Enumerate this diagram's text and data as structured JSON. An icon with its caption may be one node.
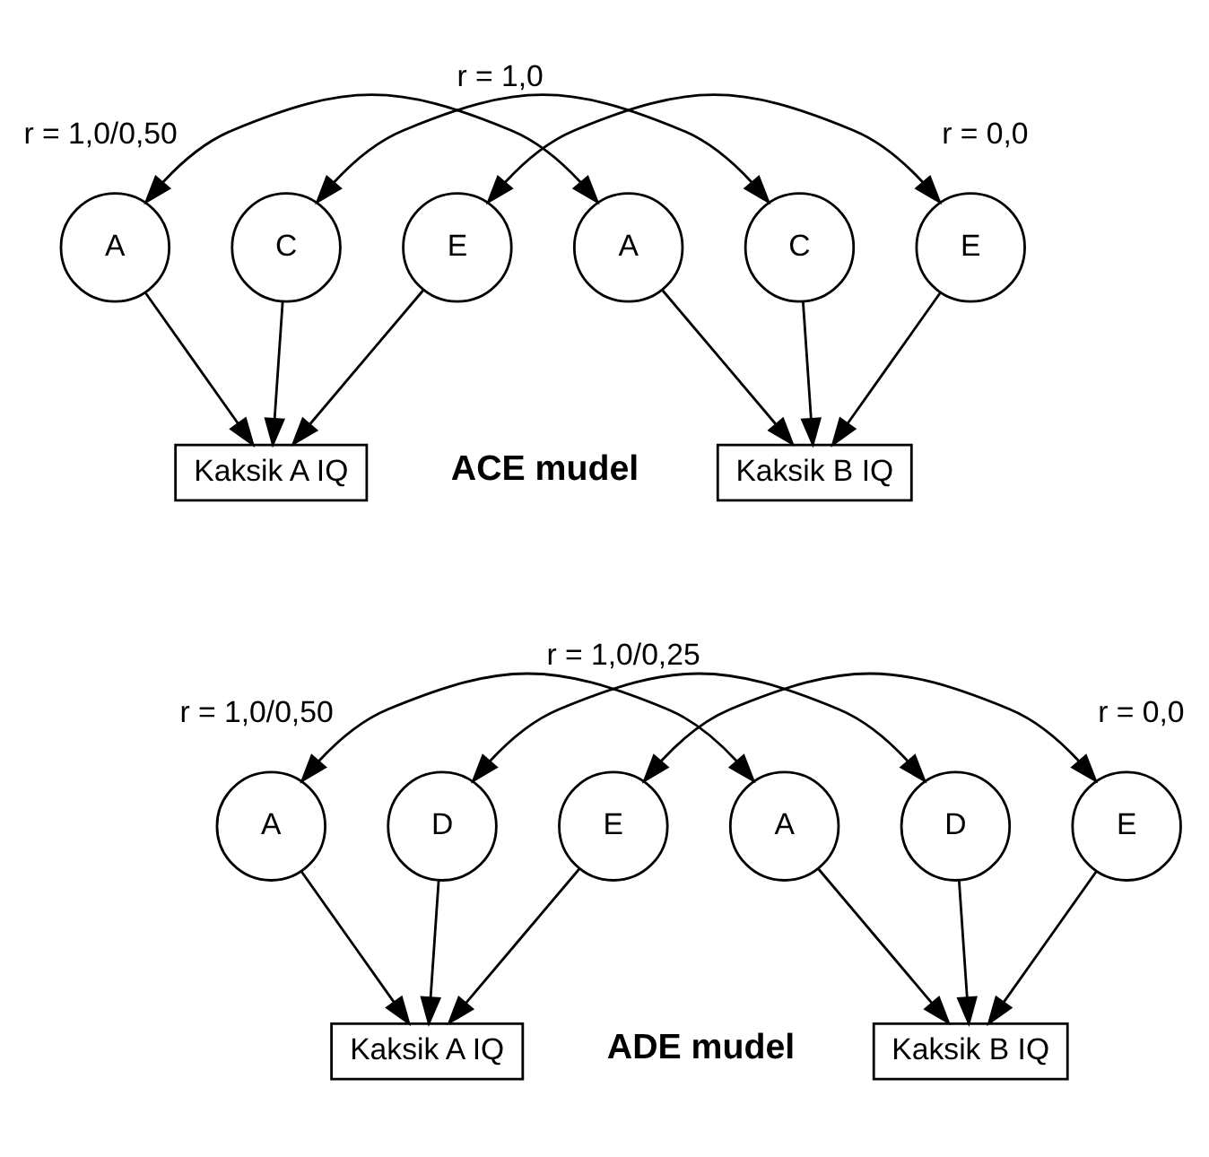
{
  "diagram": {
    "nodes": [
      {
        "text": [
          "A"
        ]
      },
      {
        "text": [
          "C"
        ]
      },
      {
        "text": [
          "E"
        ]
      },
      {
        "text": [
          "A"
        ]
      },
      {
        "text": [
          "C"
        ]
      },
      {
        "text": [
          "E"
        ]
      },
      {
        "text": [
          "Kaksik A IQ"
        ]
      },
      {
        "text": [
          "Kaksik B IQ"
        ]
      },
      {
        "text": [
          "A"
        ]
      },
      {
        "text": [
          "D"
        ]
      },
      {
        "text": [
          "E"
        ]
      },
      {
        "text": [
          "A"
        ]
      },
      {
        "text": [
          "D"
        ]
      },
      {
        "text": [
          "E"
        ]
      },
      {
        "text": [
          "Kaksik A IQ"
        ]
      },
      {
        "text": [
          "Kaksik B IQ"
        ]
      }
    ],
    "edges": [
      {
        "from": 0,
        "to": 3,
        "arrow": "both",
        "label": "r = 1,0/0,50"
      },
      {
        "from": 1,
        "to": 4,
        "arrow": "both",
        "label": "r = 1,0"
      },
      {
        "from": 2,
        "to": 5,
        "arrow": "both",
        "label": "r = 0,0"
      },
      {
        "from": 0,
        "to": 6,
        "arrow": "to"
      },
      {
        "from": 1,
        "to": 6,
        "arrow": "to"
      },
      {
        "from": 2,
        "to": 6,
        "arrow": "to"
      },
      {
        "from": 3,
        "to": 7,
        "arrow": "to"
      },
      {
        "from": 4,
        "to": 7,
        "arrow": "to"
      },
      {
        "from": 5,
        "to": 7,
        "arrow": "to"
      },
      {
        "from": 8,
        "to": 11,
        "arrow": "both",
        "label": "r = 1,0/0,50"
      },
      {
        "from": 9,
        "to": 12,
        "arrow": "both",
        "label": "r = 1,0/0,25"
      },
      {
        "from": 10,
        "to": 13,
        "arrow": "both",
        "label": "r = 0,0"
      },
      {
        "from": 8,
        "to": 14,
        "arrow": "to"
      },
      {
        "from": 9,
        "to": 14,
        "arrow": "to"
      },
      {
        "from": 10,
        "to": 14,
        "arrow": "to"
      },
      {
        "from": 11,
        "to": 15,
        "arrow": "to"
      },
      {
        "from": 12,
        "to": 15,
        "arrow": "to"
      },
      {
        "from": 13,
        "to": 15,
        "arrow": "to"
      }
    ],
    "labels": [
      "ACE mudel",
      "ADE mudel"
    ]
  }
}
